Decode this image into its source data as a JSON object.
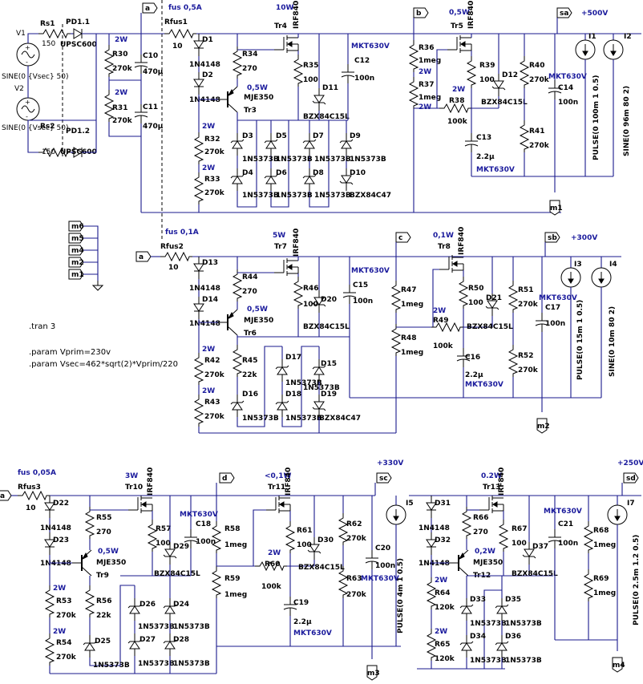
{
  "title": "",
  "directives": {
    "tran": ".tran 3",
    "param1": ".param Vprim=230v",
    "param2": ".param Vsec=462*sqrt(2)*Vprim/220"
  },
  "sources": {
    "V1": "V1",
    "V2": "V2",
    "V1_val": "SINE(0 {Vsec} 50)",
    "V2_val": "SINE(0 {Vsec} 50)",
    "I1": "I1",
    "I1_val": "PULSE(0 100m 1 0.5)",
    "I2": "I2",
    "I2_val": "SINE(0 96m 80 2)",
    "I3": "I3",
    "I3_val": "PULSE(0 15m 1 0.5)",
    "I4": "I4",
    "I4_val": "SINE(0 10m 80 2)",
    "I5": "I5",
    "I5_val": "PULSE(0 4m 1 0.5)",
    "I7": "I7",
    "I7_val": "PULSE(0 2.5m 1.2 0.5)"
  },
  "flags": {
    "a": "a",
    "b": "b",
    "c": "c",
    "d": "d",
    "sa": "sa",
    "sb": "sb",
    "sc": "sc",
    "sd": "sd",
    "m1": "m1",
    "m2": "m2",
    "m3": "m3",
    "m4": "m4",
    "m5": "m5",
    "m6": "m6"
  },
  "rails": {
    "v500": "+500V",
    "v300": "+300V",
    "v330": "+330V",
    "v250": "+250V"
  },
  "input": {
    "Rs1": "Rs1",
    "Rs1_val": "150",
    "Rs2": "Rs2",
    "Rs2_val": "150",
    "PD1_1": "PD1.1",
    "PD1_2": "PD1.2",
    "PD_val": "UPSC600",
    "R30": "R30",
    "R30_val": "270k",
    "R31": "R31",
    "R31_val": "270k",
    "C10": "C10",
    "C10_val": "470µ",
    "C11": "C11",
    "C11_val": "470µ",
    "pw2W": "2W"
  },
  "stage1": {
    "fus": "fus 0,5A",
    "Rfus": "Rfus1",
    "Rfus_val": "10",
    "D1": "D1",
    "D2": "D2",
    "D_val": "1N4148",
    "R34": "R34",
    "R34_val": "270",
    "pw": "0,5W",
    "Tr3": "Tr3",
    "Tr3_val": "MJE350",
    "R32": "R32",
    "R32_val": "270k",
    "R33": "R33",
    "R33_val": "270k",
    "pw2W": "2W",
    "Tr4": "Tr4",
    "Tr4_val": "IRF840",
    "Tr4_pw": "10W",
    "R35": "R35",
    "R35_val": "100",
    "D11": "D11",
    "D11_val": "BZX84C15L",
    "D3": "D3",
    "D4": "D4",
    "D5": "D5",
    "D6": "D6",
    "D7": "D7",
    "D8": "D8",
    "D9": "D9",
    "D10": "D10",
    "Z_val": "1N5373B",
    "D10_val": "BZX84C47",
    "C12": "C12",
    "C12_val": "100n",
    "C12_type": "MKT630V",
    "R36": "R36",
    "R36_val": "1meg",
    "R37": "R37",
    "R37_val": "1meg",
    "Tr5": "Tr5",
    "Tr5_val": "IRF840",
    "Tr5_pw": "0,5W",
    "R38": "R38",
    "R38_val": "100k",
    "R39": "R39",
    "R39_val": "100",
    "D12": "D12",
    "D12_val": "BZX84C15L",
    "C13": "C13",
    "C13_val": "2.2µ",
    "C13_type": "MKT630V",
    "R40": "R40",
    "R40_val": "270k",
    "R41": "R41",
    "R41_val": "270k",
    "C14": "C14",
    "C14_val": "100n",
    "C14_type": "MKT630V"
  },
  "stage2": {
    "fus": "fus 0,1A",
    "Rfus": "Rfus2",
    "Rfus_val": "10",
    "D13": "D13",
    "D14": "D14",
    "D_val": "1N4148",
    "R44": "R44",
    "R44_val": "270",
    "pw": "0,5W",
    "Tr6": "Tr6",
    "Tr6_val": "MJE350",
    "R42": "R42",
    "R42_val": "270k",
    "R43": "R43",
    "R43_val": "270k",
    "pw2W": "2W",
    "R45": "R45",
    "R45_val": "22k",
    "Tr7": "Tr7",
    "Tr7_val": "IRF840",
    "Tr7_pw": "5W",
    "R46": "R46",
    "R46_val": "100",
    "D20": "D20",
    "D20_val": "BZX84C15L",
    "D15": "D15",
    "D16": "D16",
    "D17": "D17",
    "D18": "D18",
    "D19": "D19",
    "Z_val": "1N5373B",
    "D19_val": "BZX84C47",
    "C15": "C15",
    "C15_val": "100n",
    "C15_type": "MKT630V",
    "R47": "R47",
    "R47_val": "1meg",
    "R48": "R48",
    "R48_val": "1meg",
    "Tr8": "Tr8",
    "Tr8_val": "IRF840",
    "Tr8_pw": "0,1W",
    "R49": "R49",
    "R49_val": "100k",
    "R50": "R50",
    "R50_val": "100",
    "D21": "D21",
    "D21_val": "BZX84C15L",
    "C16": "C16",
    "C16_val": "2.2µ",
    "C16_type": "MKT630V",
    "R51": "R51",
    "R51_val": "270k",
    "R52": "R52",
    "R52_val": "270k",
    "C17": "C17",
    "C17_val": "100n",
    "C17_type": "MKT630V"
  },
  "stage3": {
    "fus": "fus 0,05A",
    "Rfus": "Rfus3",
    "Rfus_val": "10",
    "D22": "D22",
    "D23": "D23",
    "D_val": "1N4148",
    "R55": "R55",
    "R55_val": "270",
    "pw": "0,5W",
    "Tr9": "Tr9",
    "Tr9_val": "MJE350",
    "R53": "R53",
    "R53_val": "270k",
    "R54": "R54",
    "R54_val": "270k",
    "pw2W": "2W",
    "R56": "R56",
    "R56_val": "22k",
    "Tr10": "Tr10",
    "Tr10_val": "IRF840",
    "Tr10_pw": "3W",
    "R57": "R57",
    "R57_val": "100",
    "D29": "D29",
    "D29_val": "BZX84C15L",
    "D24": "D24",
    "D25": "D25",
    "D26": "D26",
    "D27": "D27",
    "D28": "D28",
    "Z_val": "1N5373B",
    "C18": "C18",
    "C18_val": "100n",
    "C18_type": "MKT630V",
    "R58": "R58",
    "R58_val": "1meg",
    "R59": "R59",
    "R59_val": "1meg",
    "Tr11": "Tr11",
    "Tr11_val": "IRF840",
    "Tr11_pw": "<0,1W",
    "R60": "R60",
    "R60_val": "100k",
    "R61": "R61",
    "R61_val": "100",
    "D30": "D30",
    "D30_val": "BZX84C15L",
    "C19": "C19",
    "C19_val": "2.2µ",
    "C19_type": "MKT630V",
    "R62": "R62",
    "R62_val": "270k",
    "R63": "R63",
    "R63_val": "270k",
    "C20": "C20",
    "C20_val": "100n",
    "C20_type": "MKT630V"
  },
  "stage4": {
    "D31": "D31",
    "D32": "D32",
    "D_val": "1N4148",
    "R66": "R66",
    "R66_val": "270",
    "pw": "0,2W",
    "Tr12": "Tr12",
    "Tr12_val": "MJE350",
    "R64": "R64",
    "R64_val": "120k",
    "R65": "R65",
    "R65_val": "120k",
    "pw2W": "2W",
    "Tr13": "Tr13",
    "Tr13_val": "IRF840",
    "Tr13_pw": "0.2W",
    "R67": "R67",
    "R67_val": "100",
    "D37": "D37",
    "D37_val": "BZX84C15L",
    "D33": "D33",
    "D34": "D34",
    "D35": "D35",
    "D36": "D36",
    "Z_val": "1N5373B",
    "C21": "C21",
    "C21_val": "100n",
    "C21_type": "MKT630V",
    "R68": "R68",
    "R68_val": "1meg",
    "R69": "R69",
    "R69_val": "1meg"
  }
}
